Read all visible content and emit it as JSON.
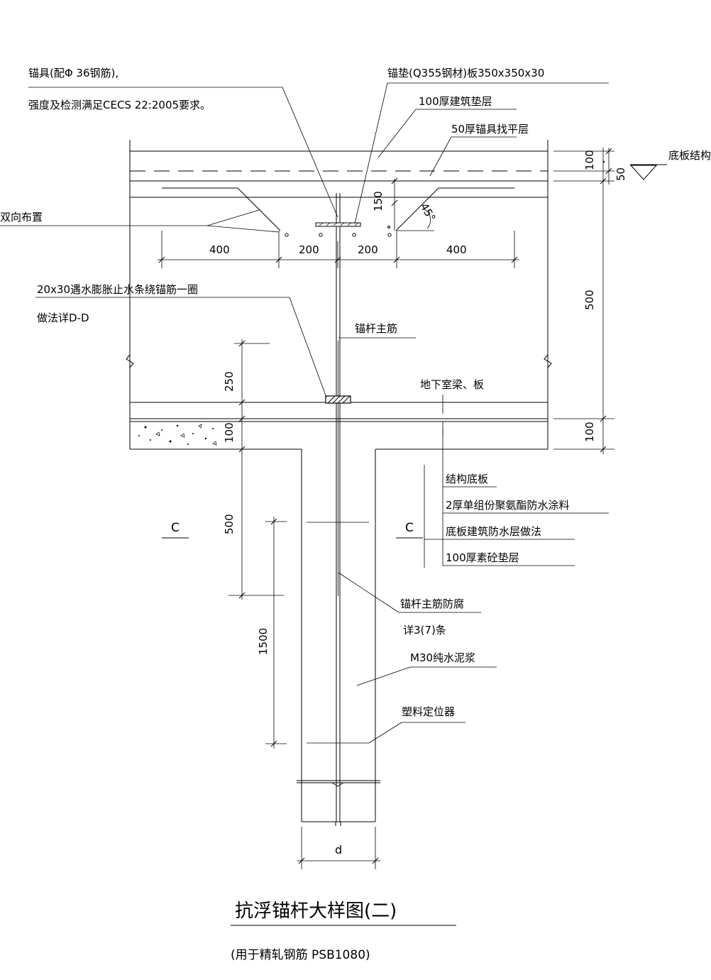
{
  "labels": {
    "anchor_device_1": "锚具(配Φ 36钢筋),",
    "anchor_device_2": "强度及检测满足CECS 22:2005要求。",
    "anchor_plate": "锚垫(Q355钢材)板350x350x30",
    "cushion_100": "100厚建筑垫层",
    "leveling_50": "50厚锚具找平层",
    "slab_elev": "底板结构标",
    "bidirectional": "双向布置",
    "waterstop_1": "20x30遇水膨胀止水条绕锚筋一圈",
    "waterstop_2": "做法详D-D",
    "main_bar": "锚杆主筋",
    "basement_beam": "地下室梁、板",
    "struct_slab": "结构底板",
    "pu_coating": "2厚单组份聚氨酯防水涂料",
    "waterproof_method": "底板建筑防水层做法",
    "plain_concrete": "100厚素砼垫层",
    "anticorrosion_1": "锚杆主筋防腐",
    "anticorrosion_2": "详3(7)条",
    "grout": "M30纯水泥浆",
    "locator": "塑料定位器",
    "section_left": "C",
    "section_right": "C",
    "dia": "d",
    "angle": "45°"
  },
  "dims": {
    "d400_left": "400",
    "d200_left": "200",
    "d200_right": "200",
    "d400_right": "400",
    "d150": "150",
    "d100_top": "100",
    "d50": "50",
    "d500_right": "500",
    "d100_right": "100",
    "d250": "250",
    "d100_left": "100",
    "d500_left": "500",
    "d1500": "1500"
  },
  "title": {
    "main": "抗浮锚杆大样图(二)",
    "sub": "(用于精轧钢筋 PSB1080)"
  }
}
